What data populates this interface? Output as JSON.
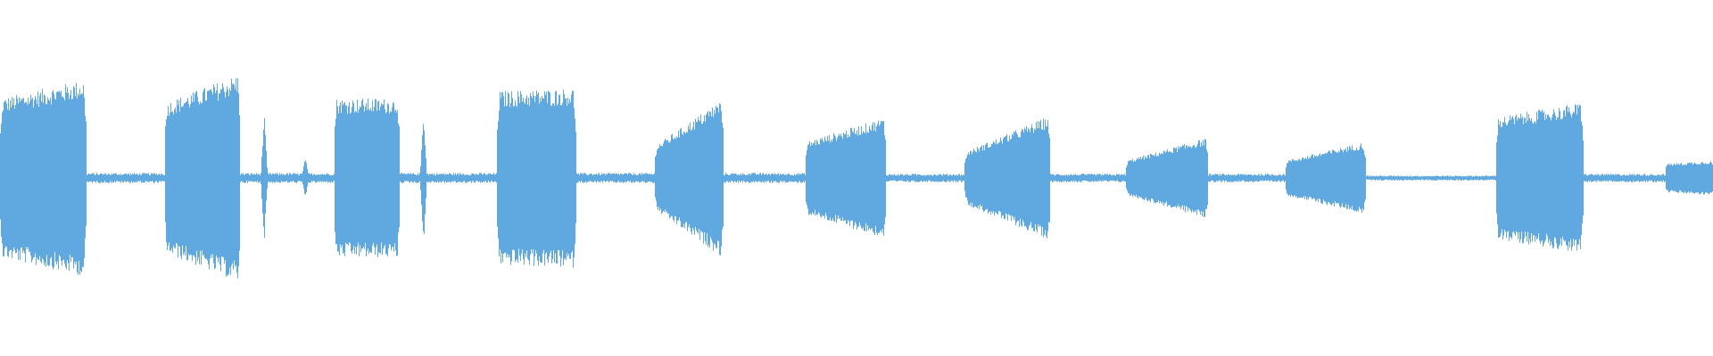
{
  "waveform": {
    "color": "#5fa8e0",
    "background": "#ffffff",
    "baseline_amplitude": 0.025,
    "segments": [
      {
        "start": 0.0,
        "end": 0.05,
        "amp_start": 0.55,
        "amp_end": 0.68,
        "type": "burst"
      },
      {
        "start": 0.05,
        "end": 0.096,
        "amp_start": 0.03,
        "amp_end": 0.03,
        "type": "noise"
      },
      {
        "start": 0.096,
        "end": 0.14,
        "amp_start": 0.52,
        "amp_end": 0.72,
        "type": "burst"
      },
      {
        "start": 0.14,
        "end": 0.195,
        "amp_start": 0.03,
        "amp_end": 0.03,
        "type": "noise"
      },
      {
        "start": 0.195,
        "end": 0.233,
        "amp_start": 0.55,
        "amp_end": 0.55,
        "type": "burst"
      },
      {
        "start": 0.233,
        "end": 0.29,
        "amp_start": 0.03,
        "amp_end": 0.03,
        "type": "noise"
      },
      {
        "start": 0.29,
        "end": 0.336,
        "amp_start": 0.6,
        "amp_end": 0.62,
        "type": "burst"
      },
      {
        "start": 0.336,
        "end": 0.382,
        "amp_start": 0.03,
        "amp_end": 0.03,
        "type": "noise"
      },
      {
        "start": 0.382,
        "end": 0.422,
        "amp_start": 0.22,
        "amp_end": 0.55,
        "type": "burst"
      },
      {
        "start": 0.422,
        "end": 0.47,
        "amp_start": 0.03,
        "amp_end": 0.03,
        "type": "noise"
      },
      {
        "start": 0.47,
        "end": 0.517,
        "amp_start": 0.25,
        "amp_end": 0.42,
        "type": "burst"
      },
      {
        "start": 0.517,
        "end": 0.563,
        "amp_start": 0.025,
        "amp_end": 0.025,
        "type": "noise"
      },
      {
        "start": 0.563,
        "end": 0.613,
        "amp_start": 0.18,
        "amp_end": 0.43,
        "type": "burst"
      },
      {
        "start": 0.613,
        "end": 0.657,
        "amp_start": 0.025,
        "amp_end": 0.025,
        "type": "noise"
      },
      {
        "start": 0.657,
        "end": 0.705,
        "amp_start": 0.12,
        "amp_end": 0.28,
        "type": "burst"
      },
      {
        "start": 0.705,
        "end": 0.75,
        "amp_start": 0.025,
        "amp_end": 0.025,
        "type": "noise"
      },
      {
        "start": 0.75,
        "end": 0.797,
        "amp_start": 0.12,
        "amp_end": 0.25,
        "type": "burst"
      },
      {
        "start": 0.797,
        "end": 0.873,
        "amp_start": 0.015,
        "amp_end": 0.015,
        "type": "noise"
      },
      {
        "start": 0.873,
        "end": 0.924,
        "amp_start": 0.42,
        "amp_end": 0.52,
        "type": "burst"
      },
      {
        "start": 0.924,
        "end": 0.972,
        "amp_start": 0.025,
        "amp_end": 0.025,
        "type": "noise"
      },
      {
        "start": 0.972,
        "end": 1.0,
        "amp_start": 0.1,
        "amp_end": 0.12,
        "type": "burst"
      }
    ],
    "spikes": [
      {
        "pos": 0.154,
        "amp": 0.45
      },
      {
        "pos": 0.178,
        "amp": 0.15
      },
      {
        "pos": 0.247,
        "amp": 0.48
      }
    ]
  }
}
